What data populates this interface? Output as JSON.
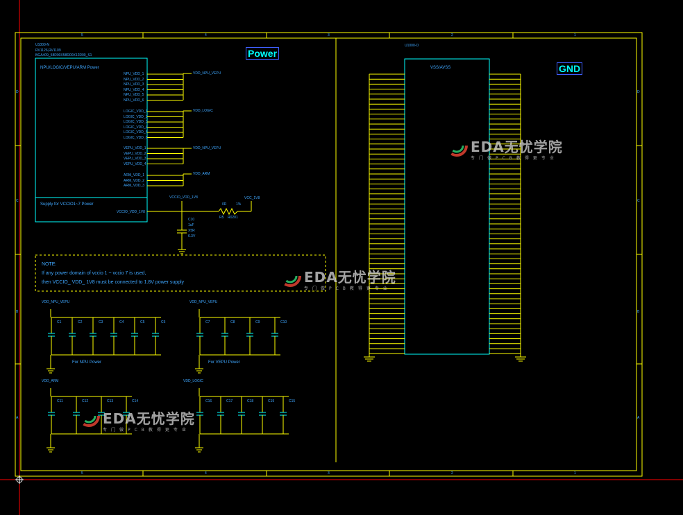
{
  "sheet": {
    "columns": [
      "5",
      "4",
      "3",
      "2",
      "1"
    ],
    "rows": [
      "D",
      "C",
      "B",
      "A"
    ]
  },
  "power": {
    "title": "Power",
    "part_ref": "U1000-N",
    "part_lines": [
      "RV1126,RV1109",
      "BGA409_58R00X58R00X12R00_S1"
    ],
    "box_title": "NPU/LOGIC/VEPU/ARM Power",
    "supply_note": "Supply for VCCIO1~7 Power",
    "npu_pins": [
      "NPU_VDD_1",
      "NPU_VDD_2",
      "NPU_VDD_3",
      "NPU_VDD_4",
      "NPU_VDD_5",
      "NPU_VDD_6"
    ],
    "logic_pins": [
      "LOGIC_VDD_1",
      "LOGIC_VDD_2",
      "LOGIC_VDD_3",
      "LOGIC_VDD_4",
      "LOGIC_VDD_5",
      "LOGIC_VDD_6"
    ],
    "vepu_pins": [
      "VEPU_VDD_1",
      "VEPU_VDD_2",
      "VEPU_VDD_3",
      "VEPU_VDD_4"
    ],
    "arm_pins": [
      "ARM_VDD_1",
      "ARM_VDD_2",
      "ARM_VDD_3"
    ],
    "vccio_pin": "VCCIO_VDD_1V8",
    "nets": [
      "VDD_NPU_VEPU",
      "VDD_LOGIC",
      "VDD_NPU_VEPU",
      "VDD_ARM"
    ],
    "vcc_net": "VCCIO_VDD_1V8",
    "vcc1v8": "VCC_1V8",
    "res": {
      "ref": "R5",
      "value": "0R",
      "tol": "1%",
      "pkg": "R0201"
    },
    "cap_c10": {
      "ref": "C10",
      "value": "1uF",
      "mat": "X5R",
      "volt": "6.3V"
    }
  },
  "note": {
    "title": "NOTE:",
    "line1": "If any power domain of vccio 1 ~ vccio 7 is used,",
    "line2": "then VCCIO_ VDD_ 1V8 must be connected to 1.8V power supply"
  },
  "decoupling": {
    "npu_net": "VDD_NPU_VEPU",
    "npu_caption": "For NPU Power",
    "npu_caps": [
      "C1",
      "C2",
      "C3",
      "C4",
      "C5",
      "C6"
    ],
    "vepu_net": "VDD_NPU_VEPU",
    "vepu_caption": "For VEPU Power",
    "vepu_caps": [
      "C7",
      "C8",
      "C9",
      "C10"
    ],
    "arm_net": "VDD_ARM",
    "arm_caps": [
      "C11",
      "C12",
      "C13",
      "C14"
    ],
    "logic_net": "VDD_LOGIC",
    "logic_caps": [
      "C16",
      "C17",
      "C18",
      "C19",
      "C15"
    ]
  },
  "gnd": {
    "title": "GND",
    "part_ref": "U1000-O",
    "box_title": "VSS/AVSS"
  },
  "watermark": {
    "brand": "EDA无忧学院",
    "tagline": "专门做PCB教得更专业"
  },
  "colors": {
    "background": "#000000",
    "frame": "#ffff00",
    "component": "#00ffff",
    "pin_text": "#3fa7ff",
    "title": "#00ffff",
    "cursor_line": "#ff0000"
  }
}
